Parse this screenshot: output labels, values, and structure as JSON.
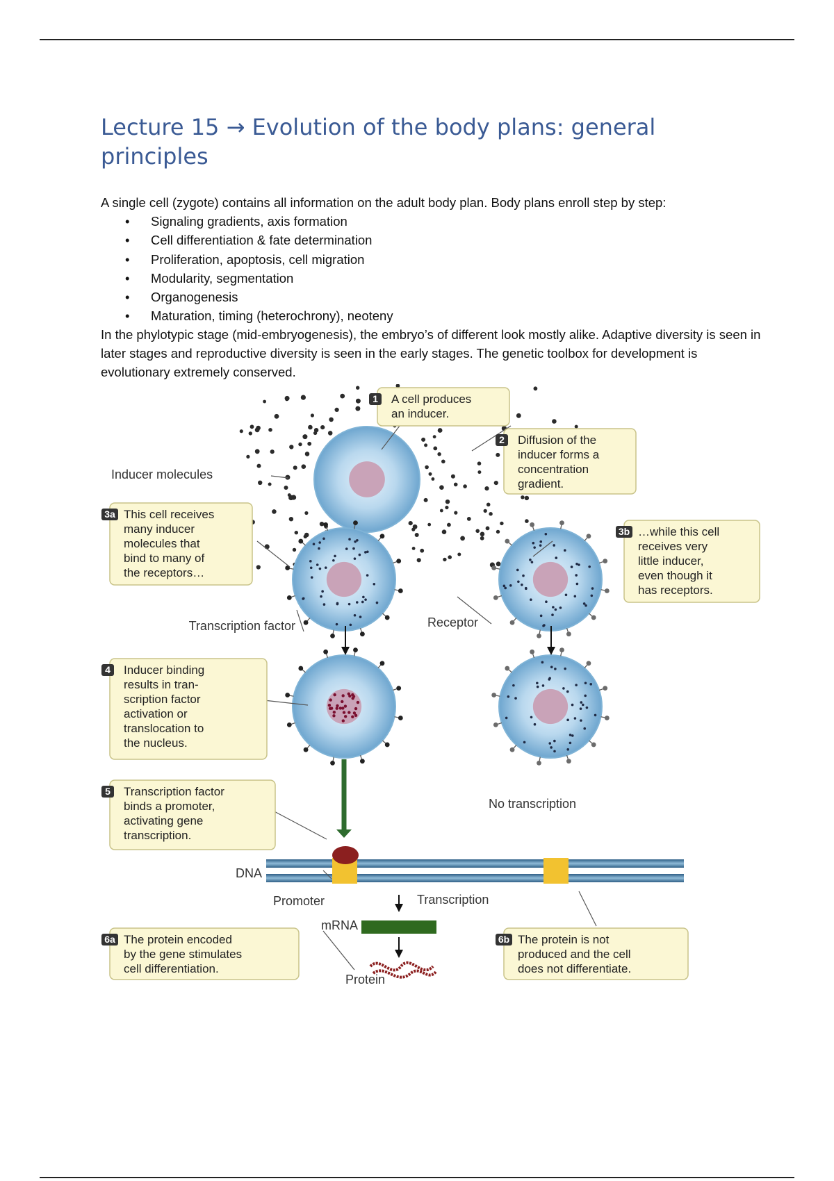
{
  "title": "Lecture 15 → Evolution of the body plans: general principles",
  "intro": "A single cell (zygote) contains all information on the adult body plan. Body plans enroll step by step:",
  "bullets": [
    "Signaling gradients, axis formation",
    "Cell differentiation & fate determination",
    "Proliferation, apoptosis, cell migration",
    "Modularity, segmentation",
    "Organogenesis",
    "Maturation, timing (heterochrony), neoteny"
  ],
  "bullet_glyph": "•",
  "paragraph": "In the phylotypic stage (mid-embryogenesis), the embryo’s of different look mostly alike. Adaptive diversity is seen in later stages and reproductive diversity is seen in the early stages. The genetic toolbox for development is evolutionary extremely conserved.",
  "figure": {
    "steps": {
      "s1": "1",
      "s2": "2",
      "s3a": "3a",
      "s3b": "3b",
      "s4": "4",
      "s5": "5",
      "s6a": "6a",
      "s6b": "6b"
    },
    "callouts": {
      "c1": [
        "A cell produces",
        "an inducer."
      ],
      "c2": [
        "Diffusion of the",
        "inducer forms a",
        "concentration",
        "gradient."
      ],
      "c3a": [
        "This cell receives",
        "many inducer",
        "molecules that",
        "bind to many of",
        "the receptors…"
      ],
      "c3b": [
        "…while this cell",
        "receives very",
        "little inducer,",
        "even though it",
        "has receptors."
      ],
      "c4": [
        "Inducer binding",
        "results in tran-",
        "scription factor",
        "activation or",
        "translocation to",
        "the nucleus."
      ],
      "c5": [
        "Transcription factor",
        "binds a promoter,",
        "activating gene",
        "transcription."
      ],
      "c6a": [
        "The protein encoded",
        "by the gene stimulates",
        "cell differentiation."
      ],
      "c6b": [
        "The protein is not",
        "produced and the cell",
        "does not differentiate."
      ]
    },
    "labels": {
      "inducer_molecules": "Inducer molecules",
      "transcription_factor": "Transcription factor",
      "receptor": "Receptor",
      "no_transcription": "No transcription",
      "dna": "DNA",
      "promoter": "Promoter",
      "transcription": "Transcription",
      "mrna": "mRNA",
      "protein": "Protein"
    },
    "colors": {
      "callout_fill": "#fbf7d4",
      "callout_stroke": "#c9c48a",
      "cell_membrane": "#7fb3d6",
      "nucleus": "#c9a3b8",
      "activation_arrow": "#2e6b2e",
      "dna_blue": "#4f87ad",
      "promoter_yellow": "#f2c230",
      "mrna_green": "#2f6a1f",
      "protein_red": "#8b1f1f"
    }
  }
}
